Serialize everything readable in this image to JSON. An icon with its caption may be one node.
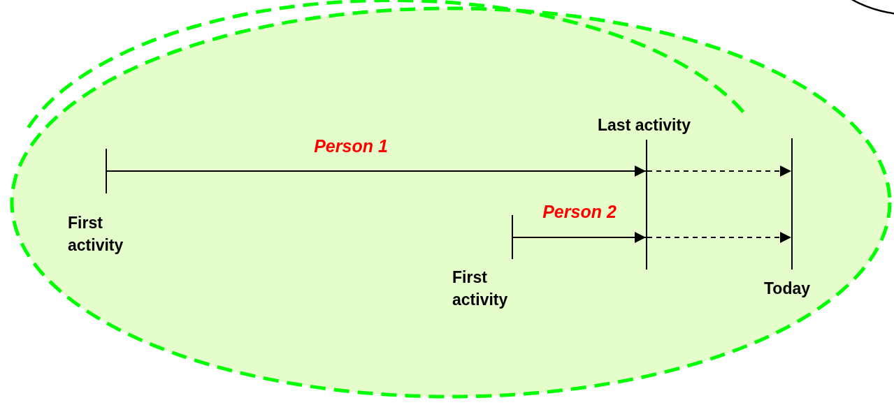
{
  "diagram": {
    "nodes": [
      {
        "text": [],
        "shape": "ellipse"
      },
      {
        "text": [],
        "shape": "ellipse"
      },
      {
        "text": [],
        "shape": "ellipse"
      },
      {
        "text": [
          "First activity"
        ],
        "in": 2
      },
      {
        "text": [
          "Last activity"
        ],
        "in": 2
      },
      {
        "text": [
          "Today"
        ],
        "in": 2
      },
      {
        "text": [
          "First activity"
        ],
        "in": 2
      }
    ],
    "edges": [
      {
        "from": 3,
        "to": 4,
        "arrow": "to",
        "label": "Person 1"
      },
      {
        "from": 4,
        "to": 5,
        "arrow": "to",
        "style": "dashed"
      },
      {
        "from": 6,
        "to": 4,
        "arrow": "to",
        "label": "Person 2"
      },
      {
        "from": 4,
        "to": 5,
        "arrow": "to",
        "style": "dashed"
      }
    ]
  }
}
